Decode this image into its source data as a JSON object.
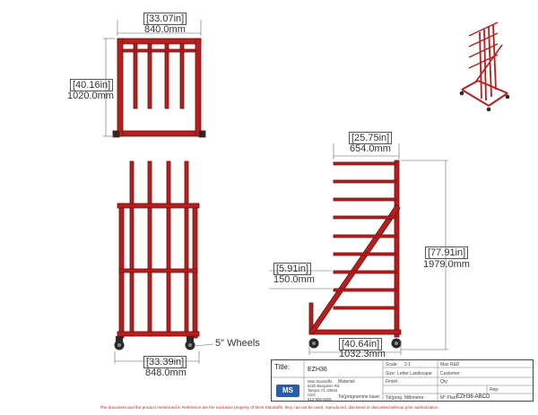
{
  "colors": {
    "frame": "#b81e1e",
    "frame_dark": "#6e0f0f",
    "wheel": "#2a2a2a",
    "dim_line": "#666666",
    "footer_text": "#cc2020"
  },
  "top_view": {
    "width_in": "[33.07in]",
    "width_mm": "840.0mm",
    "depth_in": "[40.16in]",
    "depth_mm": "1020.0mm"
  },
  "front_view": {
    "width_in": "[33.39in]",
    "width_mm": "848.0mm",
    "wheels_callout": "5\" Wheels"
  },
  "side_view": {
    "top_in": "[25.75in]",
    "top_mm": "654.0mm",
    "height_in": "[77.91in]",
    "height_mm": "1979.0mm",
    "spacing_in": "[5.91in]",
    "spacing_mm": "150.0mm",
    "base_in": "[40.64in]",
    "base_mm": "1032.3mm"
  },
  "title_block": {
    "title_label": "Title:",
    "title_value": "EZH36",
    "scale_label": "Scale:",
    "scale_value": "2:1",
    "drafter": "Mas R&D",
    "size_label": "Size:",
    "size_value": "Letter Landscape",
    "customer_label": "Customer:",
    "company_name": "Mas Standoffs",
    "company_addr1": "6420 Benjamin Rd",
    "company_addr2": "Tampa, FL 33634",
    "company_country": "USA",
    "company_phone": "813-908-6005",
    "material_label": "Material:",
    "finish_label": "Finish:",
    "qty_label": "Qty:",
    "rep_label": "Rep:",
    "tol_label1": "Tol(programme base:",
    "tol_label2": "Tol(prog. Millimetre:",
    "part_label": "M° Plan:",
    "part_value": "EZH36-ABCD",
    "logo_text": "MS"
  },
  "footer_note": "The document and the product mentioned in Reference are the exclusive property of MAS Standoffs; they can not be used, reproduced, disclosed or discussed without prior authorization"
}
